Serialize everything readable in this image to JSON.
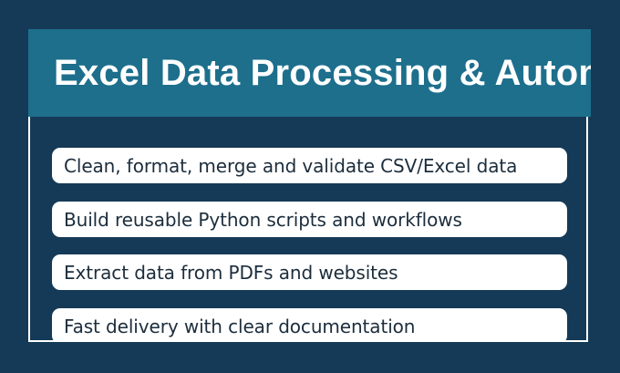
{
  "header": {
    "title": "Excel Data Processing & Automation"
  },
  "features": [
    {
      "label": "Clean, format, merge and validate CSV/Excel data"
    },
    {
      "label": "Build reusable Python scripts and workflows"
    },
    {
      "label": "Extract data from PDFs and websites"
    },
    {
      "label": "Fast delivery with clear documentation"
    }
  ],
  "colors": {
    "background": "#153a57",
    "header_band": "#1d6f8c",
    "item_background": "#ffffff",
    "item_text": "#1c2d3c",
    "title_text": "#ffffff"
  }
}
